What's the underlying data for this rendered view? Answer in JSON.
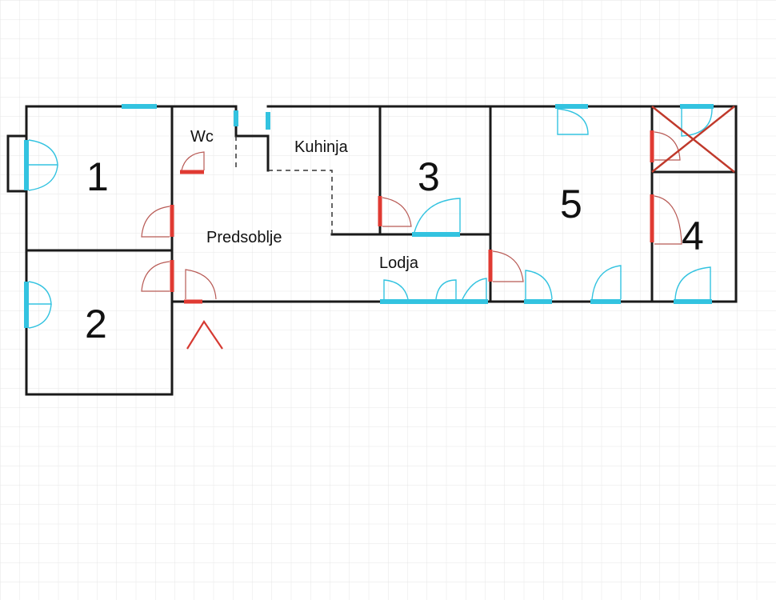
{
  "diagram": {
    "rooms": [
      {
        "id": "room-1",
        "label": "1"
      },
      {
        "id": "room-2",
        "label": "2"
      },
      {
        "id": "room-3",
        "label": "3"
      },
      {
        "id": "room-4",
        "label": "4"
      },
      {
        "id": "room-5",
        "label": "5"
      },
      {
        "id": "wc",
        "label": "Wc"
      },
      {
        "id": "kuhinja",
        "label": "Kuhinja"
      },
      {
        "id": "predsoblje",
        "label": "Predsoblje"
      },
      {
        "id": "lodja",
        "label": "Lodja"
      }
    ],
    "colors": {
      "wall": "#1a1a1a",
      "window": "#33c3e0",
      "door": "#e03a32",
      "grid": "#e6e6e6",
      "background": "#ffffff"
    }
  }
}
